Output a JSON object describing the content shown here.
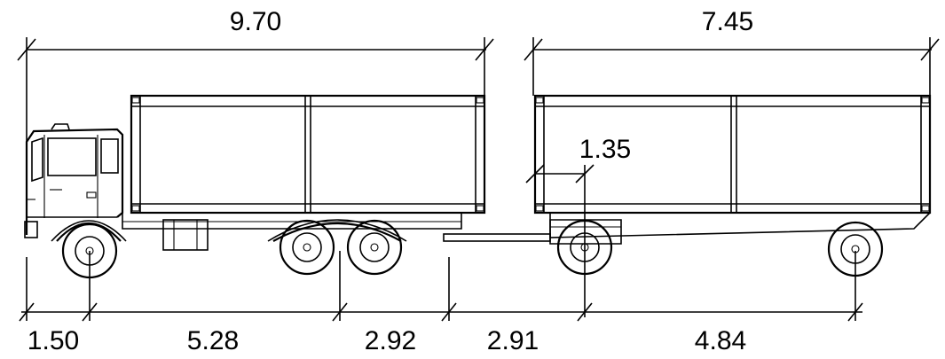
{
  "dimensions": {
    "truck_overall_length": "9.70",
    "trailer_overall_length": "7.45",
    "trailer_drawbar_offset": "1.35",
    "front_overhang": "1.50",
    "truck_wheelbase": "5.28",
    "rear_overhang_to_coupling": "2.92",
    "coupling_to_trailer_front_axle": "2.91",
    "trailer_wheelbase": "4.84"
  },
  "colors": {
    "line": "#000000",
    "background": "#ffffff"
  }
}
